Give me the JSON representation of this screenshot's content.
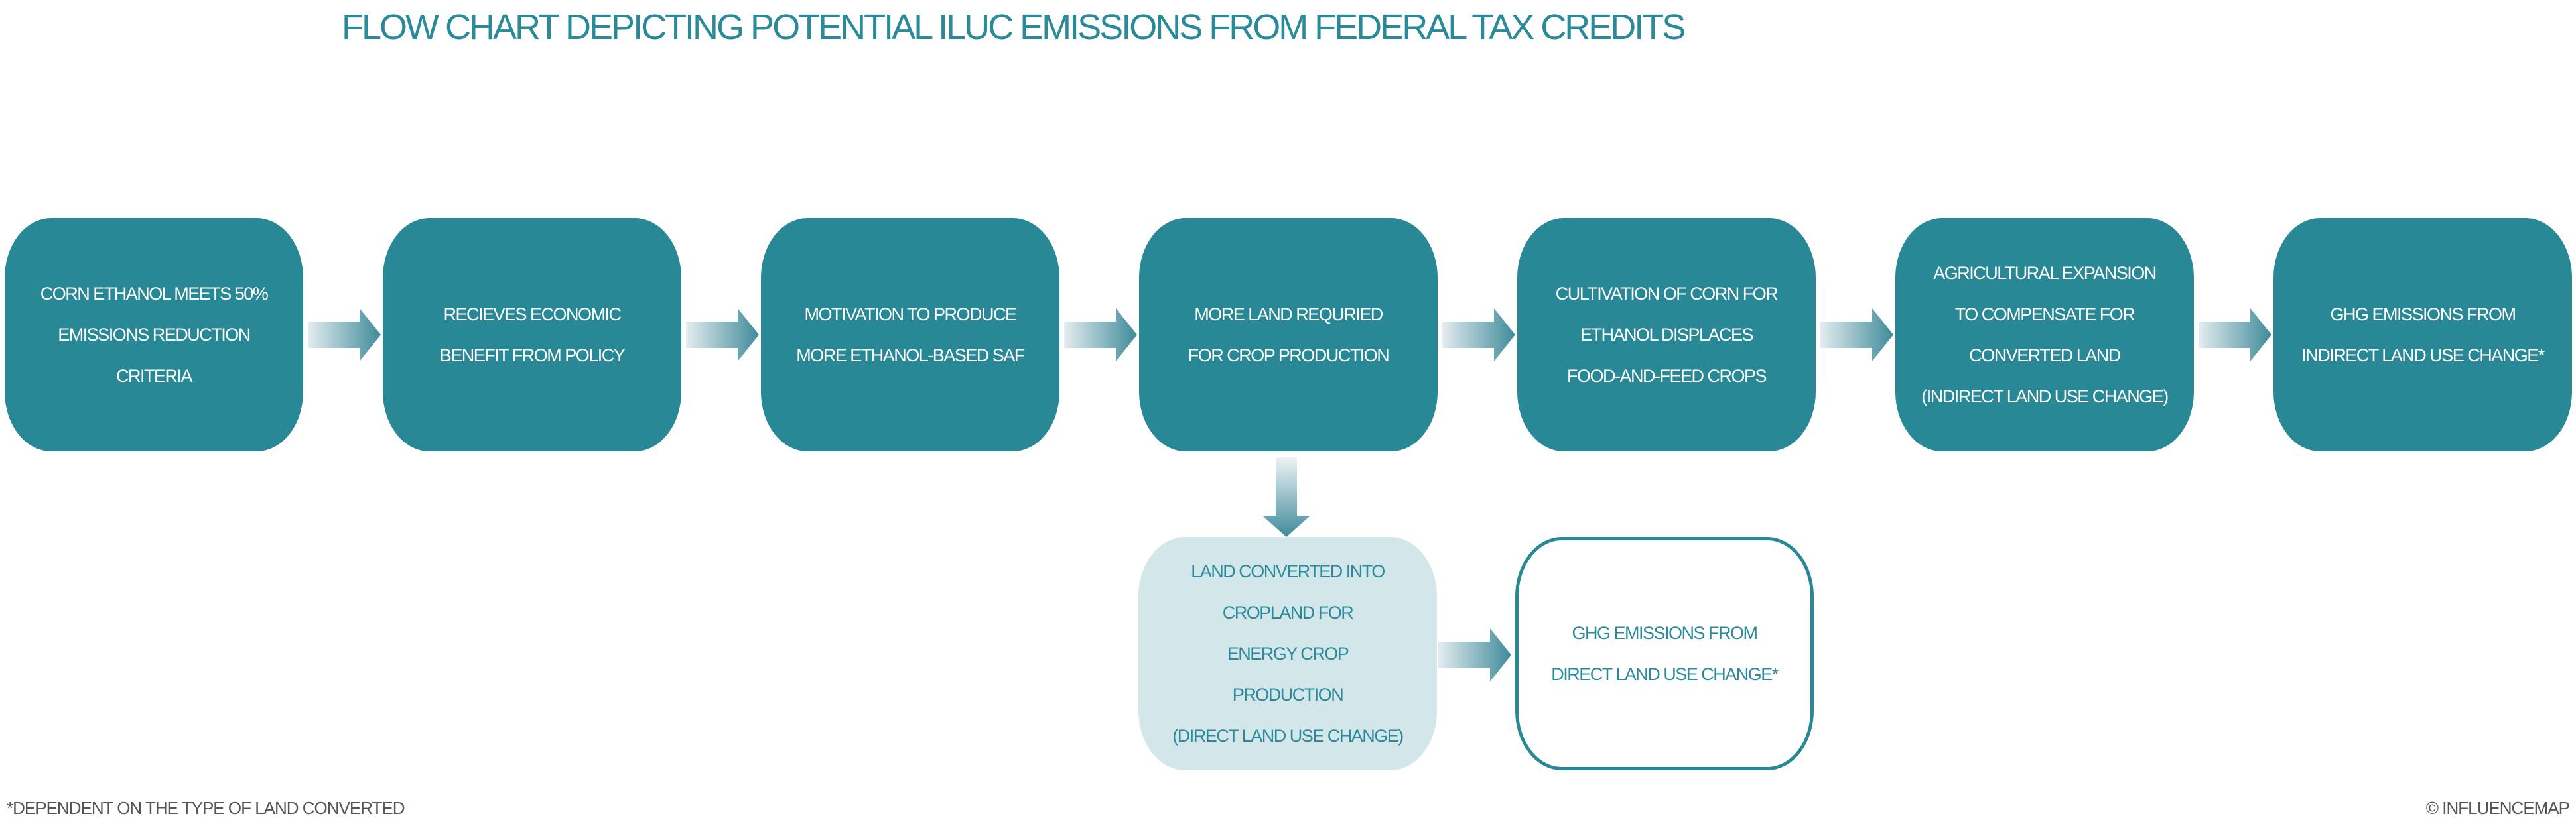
{
  "title": "FLOW CHART DEPICTING POTENTIAL ILUC EMISSIONS FROM FEDERAL TAX CREDITS",
  "main_flow": [
    {
      "label": "CORN ETHANOL MEETS 50%\nEMISSIONS REDUCTION\nCRITERIA"
    },
    {
      "label": "RECIEVES ECONOMIC\nBENEFIT FROM POLICY"
    },
    {
      "label": "MOTIVATION TO PRODUCE\nMORE ETHANOL-BASED SAF"
    },
    {
      "label": "MORE LAND REQURIED\nFOR CROP PRODUCTION"
    },
    {
      "label": "CULTIVATION OF CORN FOR\nETHANOL DISPLACES\nFOOD-AND-FEED CROPS"
    },
    {
      "label": "AGRICULTURAL EXPANSION\nTO COMPENSATE FOR\nCONVERTED LAND\n(INDIRECT LAND USE CHANGE)"
    },
    {
      "label": "GHG EMISSIONS FROM\nINDIRECT LAND USE CHANGE*"
    }
  ],
  "branch": [
    {
      "label": "LAND CONVERTED INTO\nCROPLAND FOR\nENERGY CROP\nPRODUCTION\n(DIRECT LAND USE CHANGE)"
    },
    {
      "label": "GHG EMISSIONS FROM\nDIRECT LAND USE CHANGE*"
    }
  ],
  "footnote": "*DEPENDENT ON THE TYPE OF LAND CONVERTED",
  "credit": "© INFLUENCEMAP",
  "colors": {
    "teal": "#288896",
    "light": "#d3e6ea",
    "title": "#2a8a9a"
  }
}
